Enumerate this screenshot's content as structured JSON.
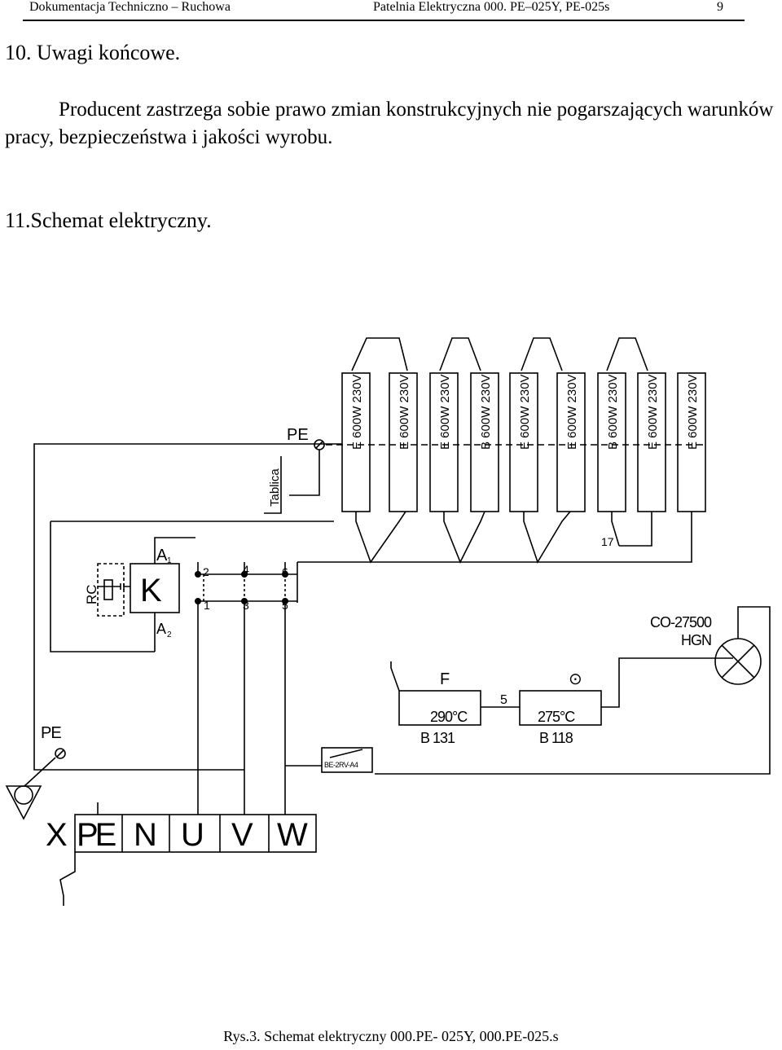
{
  "header": {
    "doc_title": "Dokumentacja Techniczno – Ruchowa",
    "product": "Patelnia Elektryczna 000. PE–025Y, PE-025s",
    "page": "9"
  },
  "section10": {
    "title": "10. Uwagi końcowe.",
    "body": "Producent zastrzega sobie prawo zmian konstrukcyjnych nie pogarszających warunków pracy, bezpieczeństwa i jakości wyrobu."
  },
  "section11": {
    "title": "11.Schemat elektryczny."
  },
  "diagram": {
    "pe_top": "PE",
    "tablica": "Tablica",
    "heaters": [
      {
        "code": "E",
        "rating": "600W 230V"
      },
      {
        "code": "E",
        "rating": "600W 230V"
      },
      {
        "code": "E",
        "rating": "600W 230V"
      },
      {
        "code": "B",
        "rating": "600W 230V"
      },
      {
        "code": "E",
        "rating": "600W 230V"
      },
      {
        "code": "E",
        "rating": "600W 230V"
      },
      {
        "code": "B",
        "rating": "600W 230V"
      },
      {
        "code": "E",
        "rating": "600W 230V"
      },
      {
        "code": "E",
        "rating": "600W 230V"
      }
    ],
    "a1": "A",
    "a1_sub": "1",
    "a2": "A",
    "a2_sub": "2",
    "k": "K",
    "rc": "RC",
    "contacts_top": [
      "2",
      "4",
      "6"
    ],
    "contacts_bottom": [
      "1",
      "3",
      "5"
    ],
    "n17": "17",
    "lamp_code": "CO-27500",
    "lamp_color": "HGN",
    "f_label": "F",
    "thermostat_symbol": "⊙",
    "n5": "5",
    "f_temp": "290°C",
    "f_code": "B 131",
    "t_temp": "275°C",
    "t_code": "B 118",
    "switch_code": "BE-2RV-A4",
    "pe_bottom": "PE",
    "terminals": [
      "X",
      "PE",
      "N",
      "U",
      "V",
      "W"
    ]
  },
  "caption": "Rys.3. Schemat elektryczny 000.PE- 025Y, 000.PE-025.s"
}
